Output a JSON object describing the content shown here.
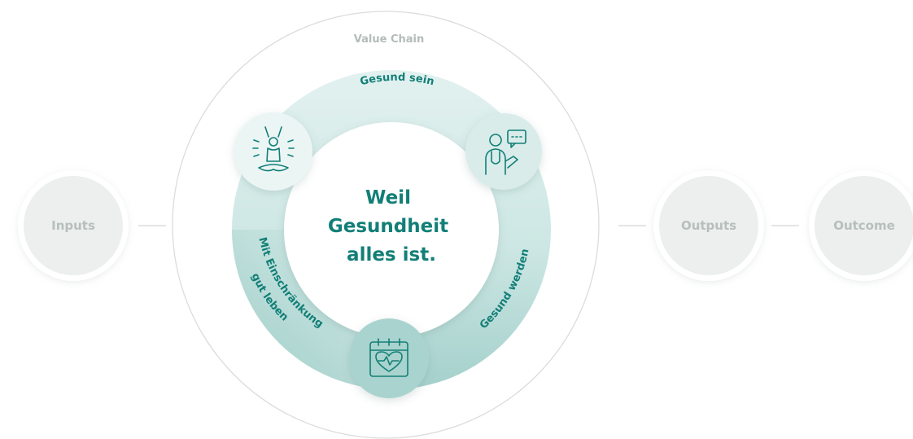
{
  "value_chain": {
    "label": "Value Chain",
    "center_lines": [
      "Weil",
      "Gesundheit",
      "alles ist."
    ],
    "segments": [
      "Gesund sein",
      "Gesund werden",
      "Mit Einschränkung",
      "gut leben"
    ]
  },
  "nodes": {
    "inputs": "Inputs",
    "outputs": "Outputs",
    "outcome": "Outcome"
  },
  "icons": [
    "yoga-meditation-icon",
    "doctor-consultation-icon",
    "heart-calendar-icon"
  ],
  "colors": {
    "primary": "#127f77",
    "ring_light": "#e0f0ef",
    "ring_dark": "#a6d1cc",
    "node_fill": "#ecefee",
    "node_text": "#b7bfbd",
    "outline": "#dcdcdc"
  }
}
